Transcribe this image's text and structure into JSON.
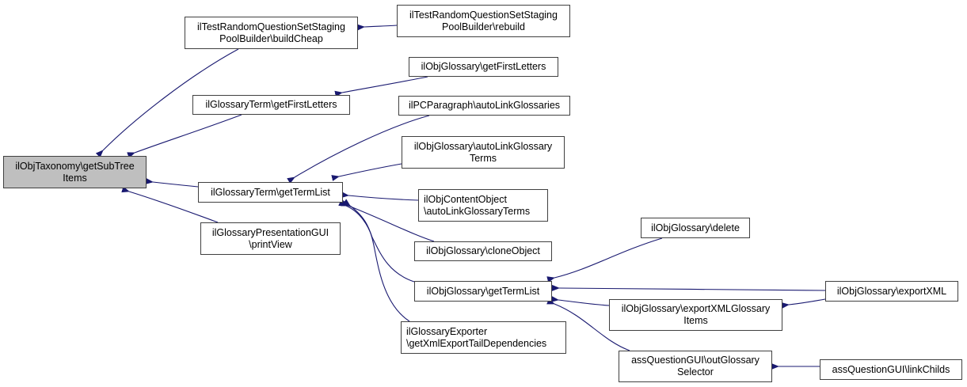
{
  "diagram": {
    "type": "doxygen-caller-graph",
    "edge_color": "#191970",
    "root_fill": "#bfbfbf",
    "nodes": [
      {
        "id": "root",
        "lines": [
          "ilObjTaxonomy\\getSubTree",
          "Items"
        ],
        "root": true
      },
      {
        "id": "buildCheap",
        "lines": [
          "ilTestRandomQuestionSetStaging",
          "PoolBuilder\\buildCheap"
        ]
      },
      {
        "id": "rebuild",
        "lines": [
          "ilTestRandomQuestionSetStaging",
          "PoolBuilder\\rebuild"
        ]
      },
      {
        "id": "gtFirstLetters",
        "lines": [
          "ilGlossaryTerm\\getFirstLetters"
        ]
      },
      {
        "id": "ogFirstLetters",
        "lines": [
          "ilObjGlossary\\getFirstLetters"
        ]
      },
      {
        "id": "gtTermList",
        "lines": [
          "ilGlossaryTerm\\getTermList"
        ]
      },
      {
        "id": "printView",
        "lines": [
          "ilGlossaryPresentationGUI",
          "\\printView"
        ]
      },
      {
        "id": "autoLinkGlossaries",
        "lines": [
          "ilPCParagraph\\autoLinkGlossaries"
        ]
      },
      {
        "id": "ogAutoLink",
        "lines": [
          "ilObjGlossary\\autoLinkGlossary",
          "Terms"
        ]
      },
      {
        "id": "coAutoLink",
        "lines": [
          "ilObjContentObject",
          "\\autoLinkGlossaryTerms"
        ],
        "align": "left"
      },
      {
        "id": "cloneObject",
        "lines": [
          "ilObjGlossary\\cloneObject"
        ]
      },
      {
        "id": "ogTermList",
        "lines": [
          "ilObjGlossary\\getTermList"
        ]
      },
      {
        "id": "exporter",
        "lines": [
          "ilGlossaryExporter",
          "\\getXmlExportTailDependencies"
        ],
        "align": "left"
      },
      {
        "id": "delete",
        "lines": [
          "ilObjGlossary\\delete"
        ]
      },
      {
        "id": "exportXMLItems",
        "lines": [
          "ilObjGlossary\\exportXMLGlossary",
          "Items"
        ]
      },
      {
        "id": "outGlossarySelector",
        "lines": [
          "assQuestionGUI\\outGlossary",
          "Selector"
        ]
      },
      {
        "id": "exportXML",
        "lines": [
          "ilObjGlossary\\exportXML"
        ]
      },
      {
        "id": "linkChilds",
        "lines": [
          "assQuestionGUI\\linkChilds"
        ]
      }
    ],
    "edges": [
      {
        "from": "buildCheap",
        "to": "root"
      },
      {
        "from": "gtFirstLetters",
        "to": "root"
      },
      {
        "from": "gtTermList",
        "to": "root"
      },
      {
        "from": "printView",
        "to": "root"
      },
      {
        "from": "rebuild",
        "to": "buildCheap"
      },
      {
        "from": "ogFirstLetters",
        "to": "gtFirstLetters"
      },
      {
        "from": "autoLinkGlossaries",
        "to": "gtTermList"
      },
      {
        "from": "ogAutoLink",
        "to": "gtTermList"
      },
      {
        "from": "coAutoLink",
        "to": "gtTermList"
      },
      {
        "from": "cloneObject",
        "to": "gtTermList"
      },
      {
        "from": "ogTermList",
        "to": "gtTermList"
      },
      {
        "from": "exporter",
        "to": "gtTermList"
      },
      {
        "from": "delete",
        "to": "ogTermList"
      },
      {
        "from": "exportXML",
        "to": "ogTermList"
      },
      {
        "from": "exportXMLItems",
        "to": "ogTermList"
      },
      {
        "from": "outGlossarySelector",
        "to": "ogTermList"
      },
      {
        "from": "exportXML",
        "to": "exportXMLItems"
      },
      {
        "from": "linkChilds",
        "to": "outGlossarySelector"
      }
    ]
  }
}
